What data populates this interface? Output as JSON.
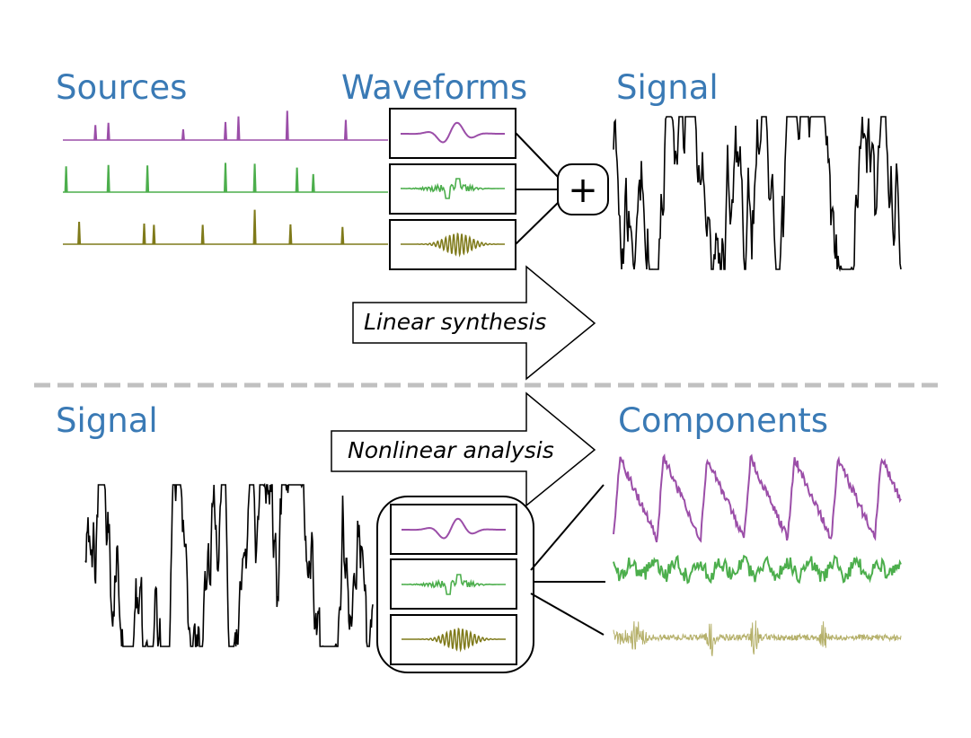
{
  "synthesis": {
    "headings": {
      "sources": "Sources",
      "waveforms": "Waveforms",
      "signal": "Signal"
    },
    "combiner_symbol": "+",
    "arrow_label": "Linear synthesis"
  },
  "analysis": {
    "headings": {
      "signal": "Signal",
      "components": "Components"
    },
    "arrow_label": "Nonlinear analysis"
  },
  "colors": {
    "heading": "#3a7ab5",
    "source_1": "#9b4ea8",
    "source_2": "#4cae4c",
    "source_3": "#7f7a1a",
    "component_3_light": "#b5b06a",
    "signal": "#000000",
    "divider": "#c0c0c0"
  },
  "sources": [
    {
      "name": "source-1",
      "color_key": "source_1",
      "spike_positions": [
        0.1,
        0.14,
        0.37,
        0.5,
        0.54,
        0.69,
        0.87
      ],
      "spike_heights": [
        0.35,
        0.4,
        0.25,
        0.42,
        0.55,
        0.68,
        0.47
      ]
    },
    {
      "name": "source-2",
      "color_key": "source_2",
      "spike_positions": [
        0.01,
        0.14,
        0.26,
        0.5,
        0.59,
        0.72,
        0.77
      ],
      "spike_heights": [
        0.6,
        0.63,
        0.62,
        0.68,
        0.66,
        0.57,
        0.42
      ]
    },
    {
      "name": "source-3",
      "color_key": "source_3",
      "spike_positions": [
        0.05,
        0.25,
        0.28,
        0.43,
        0.59,
        0.7,
        0.86
      ],
      "spike_heights": [
        0.52,
        0.48,
        0.45,
        0.45,
        0.8,
        0.46,
        0.4
      ]
    }
  ]
}
